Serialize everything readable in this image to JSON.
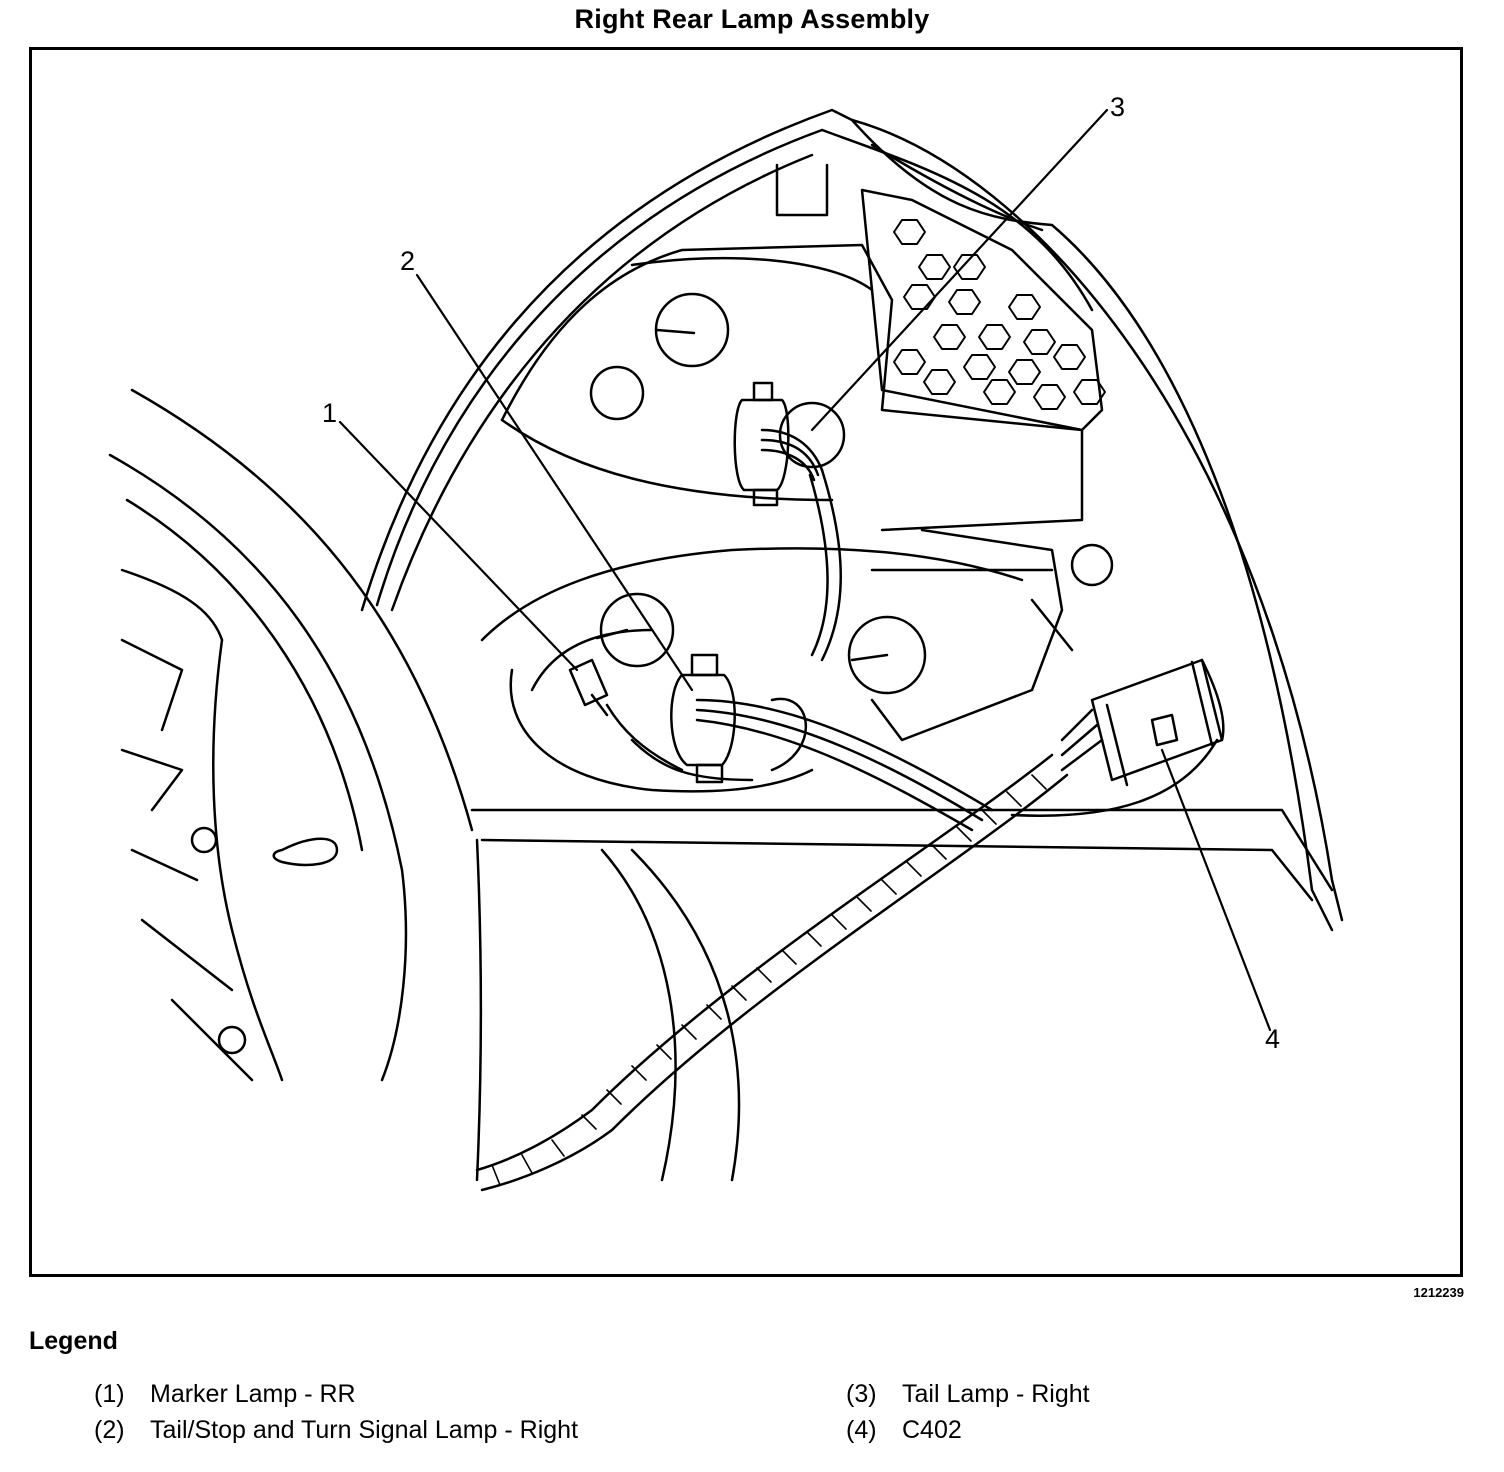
{
  "title": "Right Rear Lamp Assembly",
  "figure_id": "1212239",
  "callouts": [
    "1",
    "2",
    "3",
    "4"
  ],
  "legend": {
    "heading": "Legend",
    "items": [
      {
        "num": "(1)",
        "label": "Marker Lamp - RR"
      },
      {
        "num": "(2)",
        "label": "Tail/Stop and Turn Signal Lamp - Right"
      },
      {
        "num": "(3)",
        "label": "Tail Lamp - Right"
      },
      {
        "num": "(4)",
        "label": "C402"
      }
    ]
  }
}
